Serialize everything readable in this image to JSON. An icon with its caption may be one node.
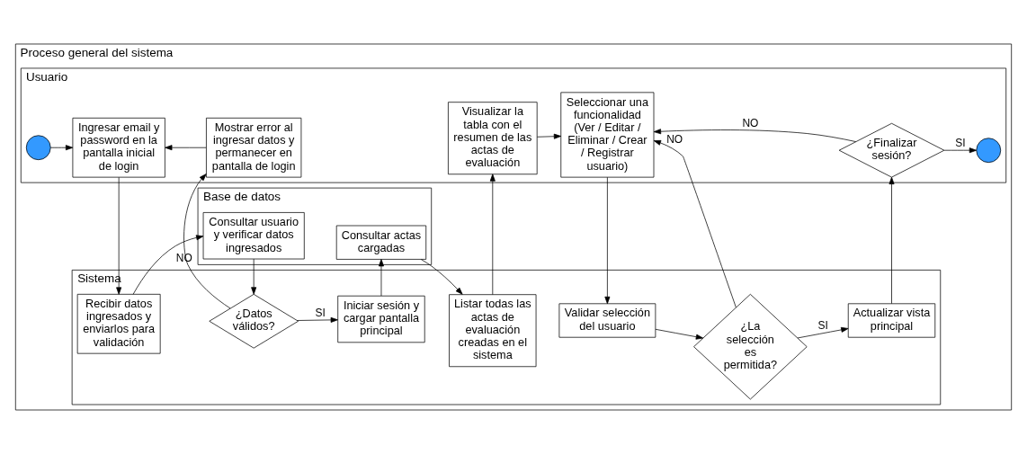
{
  "diagram": {
    "nodes": [
      {
        "text": [
          "Proceso general del sistema"
        ]
      },
      {
        "text": [
          "Usuario"
        ],
        "in": 0
      },
      {
        "text": [
          "Sistema"
        ],
        "in": 0
      },
      {
        "text": [
          "Base de datos"
        ],
        "in": 0
      },
      {
        "text": [],
        "shape": "circle",
        "in": 1
      },
      {
        "text": [
          "Ingresar email y password en la pantalla inicial de login"
        ],
        "in": 1
      },
      {
        "text": [
          "Mostrar error al ingresar datos y permanecer en pantalla de login"
        ],
        "in": 1
      },
      {
        "text": [
          "Visualizar la tabla con el resumen de las actas de evaluación"
        ],
        "in": 1
      },
      {
        "text": [
          "Seleccionar una funcionalidad (Ver / Editar / Eliminar / Crear / Registrar usuario)"
        ],
        "in": 1
      },
      {
        "text": [
          "¿Finalizar sesión?"
        ],
        "in": 1
      },
      {
        "text": [],
        "shape": "circle",
        "in": 1
      },
      {
        "text": [
          "Recibir datos ingresados y enviarlos para validación"
        ],
        "in": 2
      },
      {
        "text": [
          "¿Datos válidos?"
        ],
        "in": 2
      },
      {
        "text": [
          "Iniciar sesión y cargar pantalla principal"
        ],
        "in": 2
      },
      {
        "text": [
          "Listar todas las actas de evaluación creadas en el sistema"
        ],
        "in": 2
      },
      {
        "text": [
          "Validar selección del usuario"
        ],
        "in": 2
      },
      {
        "text": [
          "¿La selección es permitida?"
        ],
        "in": 2
      },
      {
        "text": [
          "Actualizar vista principal"
        ],
        "in": 2
      },
      {
        "text": [
          "Consultar usuario y verificar datos ingresados"
        ],
        "in": 3
      },
      {
        "text": [
          "Consultar actas cargadas"
        ],
        "in": 3
      }
    ],
    "edges": [
      {
        "from": 4,
        "to": 5,
        "arrow": "to"
      },
      {
        "from": 5,
        "to": 11,
        "arrow": "to"
      },
      {
        "from": 11,
        "to": 18,
        "arrow": "to"
      },
      {
        "from": 18,
        "to": 12,
        "arrow": "to"
      },
      {
        "from": 12,
        "to": 6,
        "arrow": "to",
        "label": "NO"
      },
      {
        "from": 6,
        "to": 5,
        "arrow": "to"
      },
      {
        "from": 12,
        "to": 13,
        "arrow": "to",
        "label": "SI"
      },
      {
        "from": 13,
        "to": 19,
        "arrow": "to"
      },
      {
        "from": 19,
        "to": 14,
        "arrow": "to"
      },
      {
        "from": 14,
        "to": 7,
        "arrow": "to"
      },
      {
        "from": 7,
        "to": 8,
        "arrow": "to"
      },
      {
        "from": 8,
        "to": 15,
        "arrow": "to"
      },
      {
        "from": 15,
        "to": 16,
        "arrow": "to"
      },
      {
        "from": 16,
        "to": 8,
        "arrow": "to",
        "label": "NO"
      },
      {
        "from": 16,
        "to": 17,
        "arrow": "to",
        "label": "SI"
      },
      {
        "from": 17,
        "to": 9,
        "arrow": "to"
      },
      {
        "from": 9,
        "to": 8,
        "arrow": "to",
        "label": "NO"
      },
      {
        "from": 9,
        "to": 10,
        "arrow": "to",
        "label": "SI"
      }
    ]
  }
}
